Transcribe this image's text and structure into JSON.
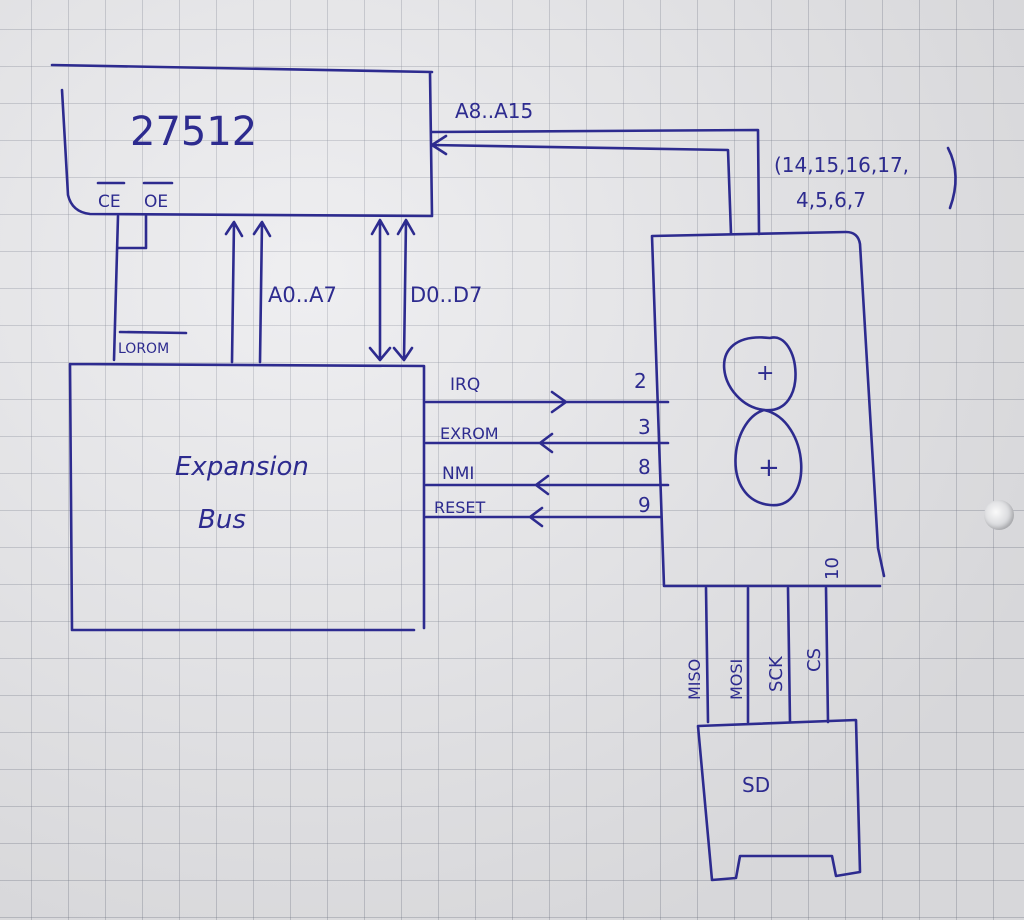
{
  "eprom": {
    "label": "27512",
    "ce": "CE",
    "oe": "OE"
  },
  "bus_labels": {
    "high_addr": "A8..A15",
    "high_addr_pins_line1": "(14,15,16,17,",
    "high_addr_pins_line2": "4,5,6,7",
    "low_addr": "A0..A7",
    "data": "D0..D7",
    "roml": "LOROM"
  },
  "expansion": {
    "line1": "Expansion",
    "line2": "Bus"
  },
  "signals": [
    {
      "name": "IRQ",
      "pin": "2"
    },
    {
      "name": "EXROM",
      "pin": "3"
    },
    {
      "name": "NMI",
      "pin": "8"
    },
    {
      "name": "RESET",
      "pin": "9"
    }
  ],
  "mcu": {
    "plus1": "+",
    "plus2": "+",
    "pin10": "10"
  },
  "spi": [
    "MISO",
    "MOSI",
    "SCK",
    "CS"
  ],
  "sd": {
    "label": "SD"
  },
  "colors": {
    "ink": "#2d2b8f",
    "paper": "#e9e9ec",
    "grid": "#8a8fa0"
  }
}
